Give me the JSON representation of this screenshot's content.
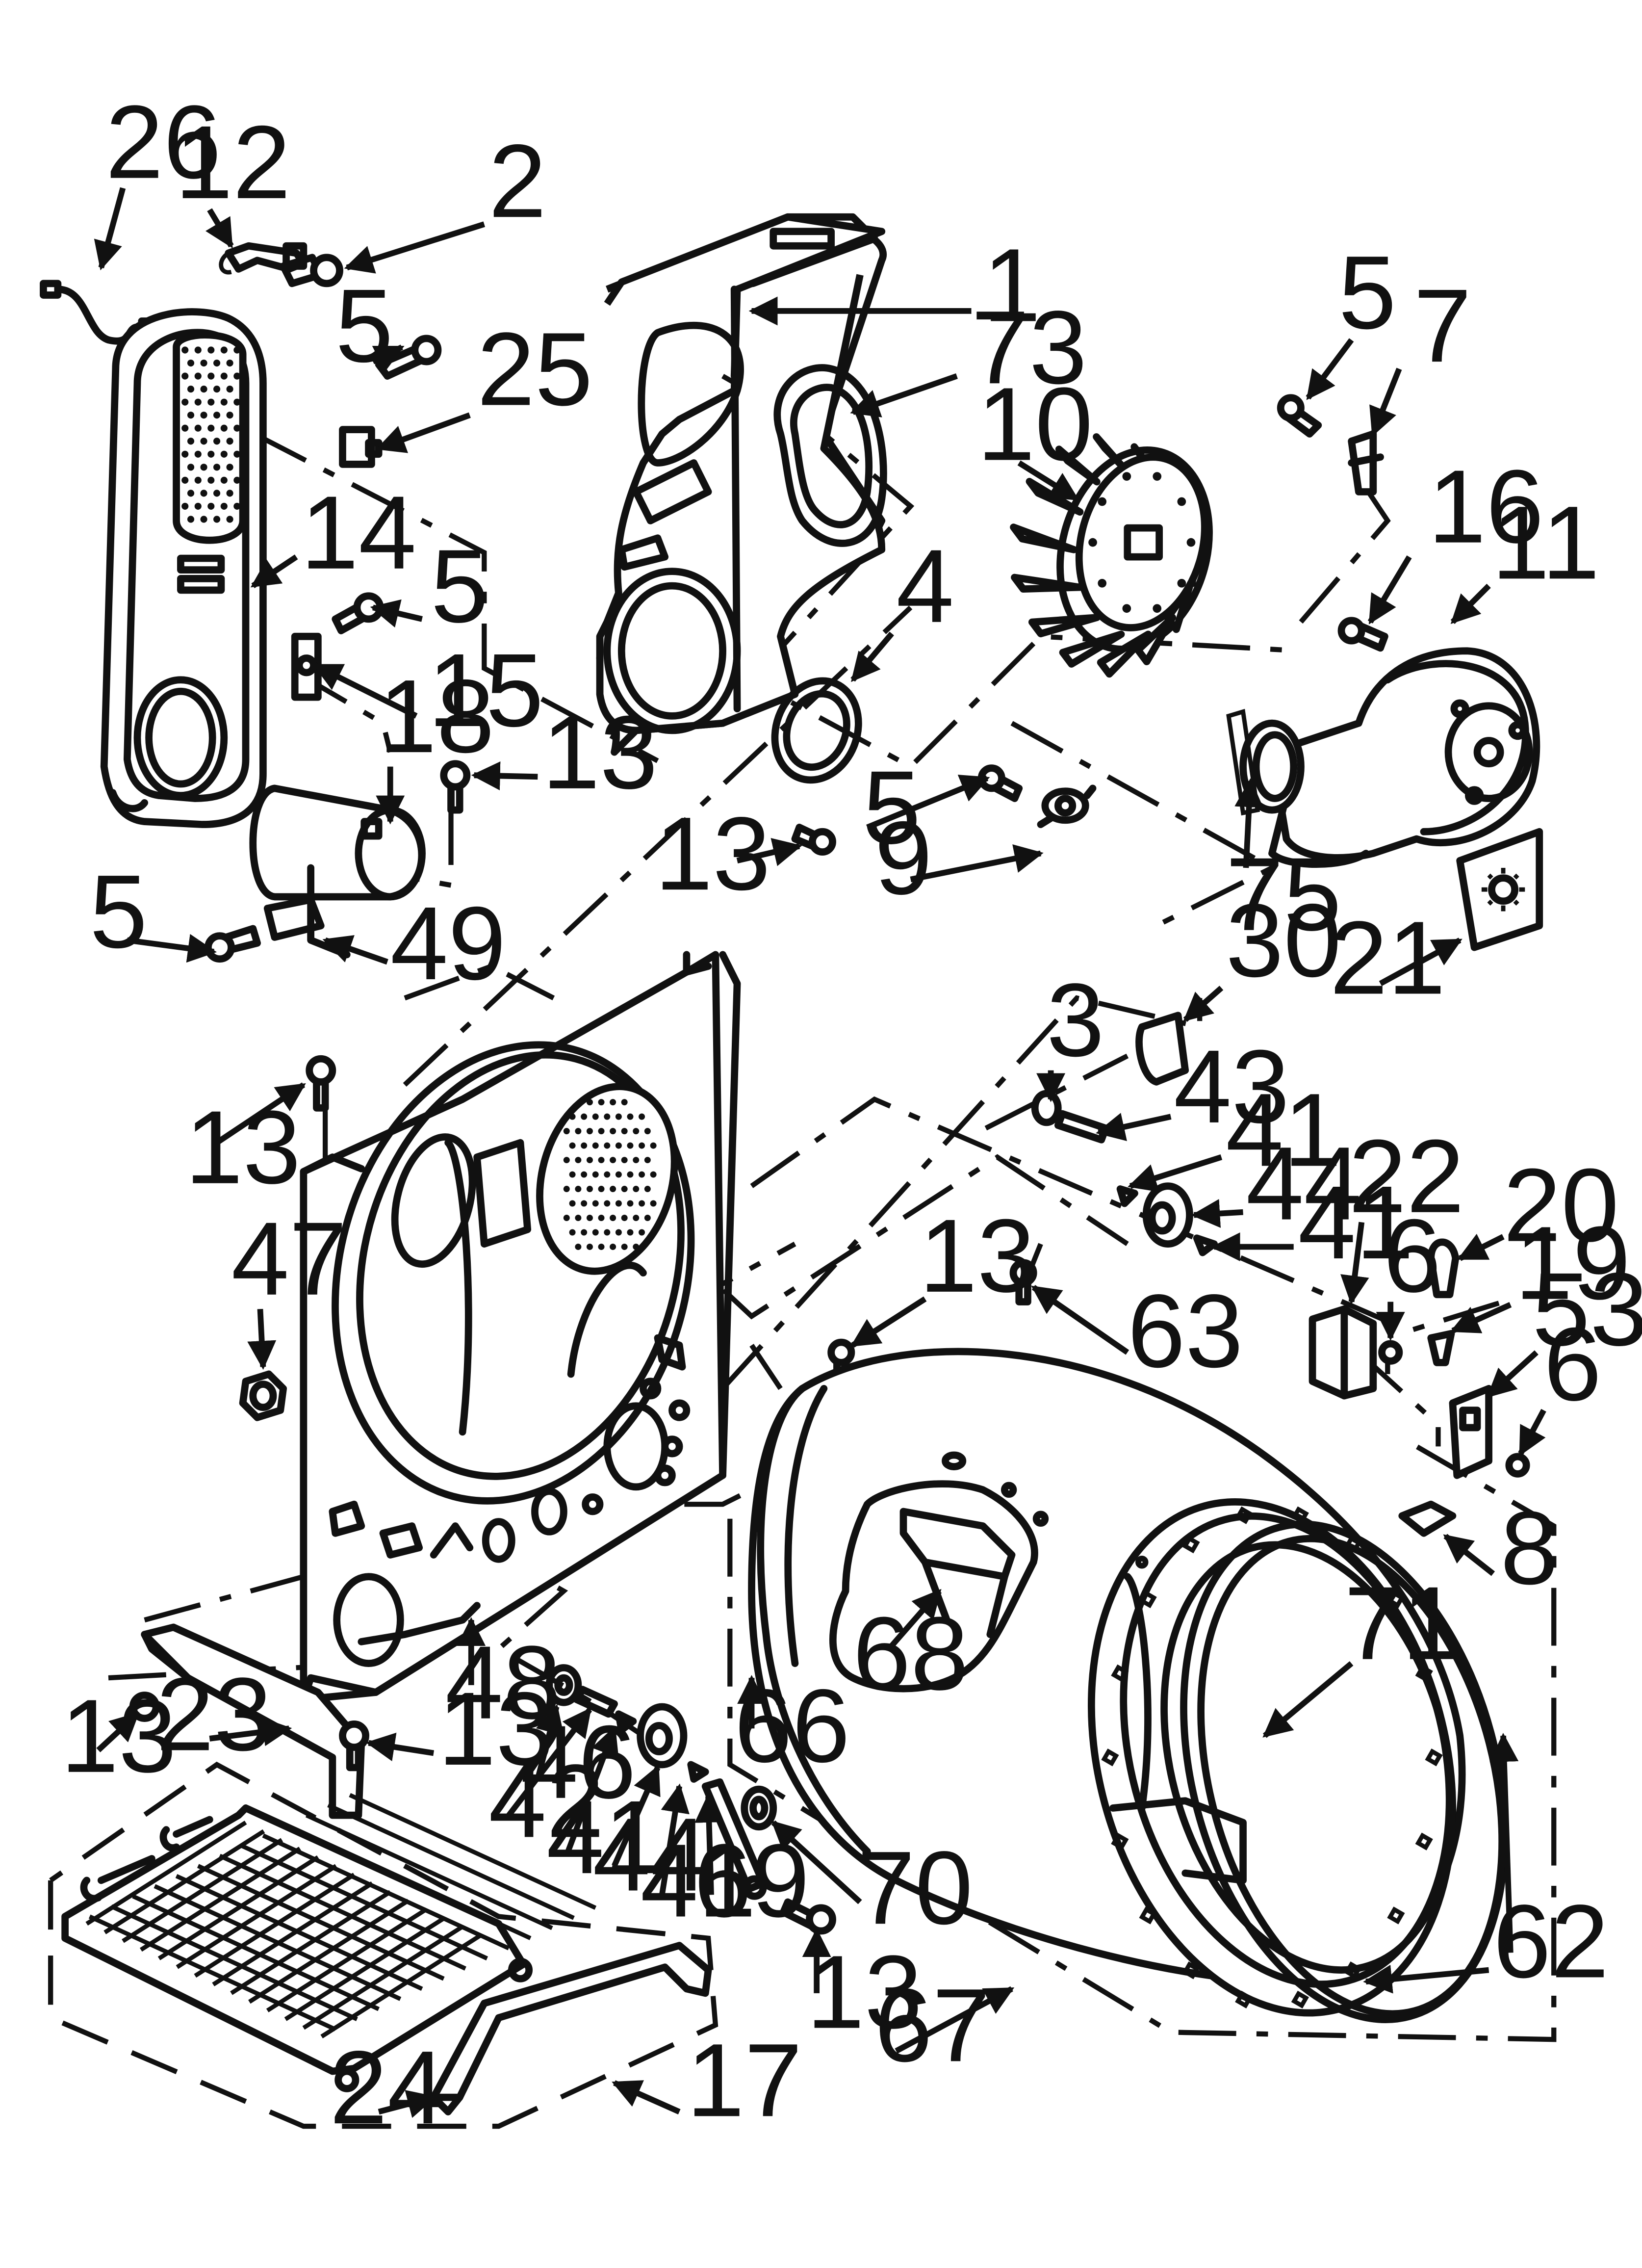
{
  "colors": {
    "ink": "#111111",
    "paper": "#ffffff"
  },
  "callouts": {
    "c26": "26",
    "c12": "12",
    "c2": "2",
    "c1": "1",
    "c73": "73",
    "c5a": "5",
    "c25": "25",
    "c7": "7",
    "c5b": "5",
    "c10": "10",
    "c14": "14",
    "c16": "16",
    "c11": "11",
    "c5c": "5",
    "c4": "4",
    "c15": "15",
    "c18": "18",
    "c13a": "13",
    "c13b": "13",
    "c5d": "5",
    "c9": "9",
    "c75": "75",
    "c5e": "5",
    "c49": "49",
    "c30": "30",
    "c21": "21",
    "c3": "3",
    "c43": "43",
    "c41a": "41",
    "c44a": "44",
    "c22": "22",
    "c20": "20",
    "c41b": "41",
    "c13c": "13",
    "c47": "47",
    "c13d": "13",
    "c6a": "6",
    "c19": "19",
    "c63": "63",
    "c53": "53",
    "c6b": "6",
    "c8": "8",
    "c68": "68",
    "c48": "48",
    "c66": "66",
    "c71": "71",
    "c13e": "13",
    "c23": "23",
    "c13f": "13",
    "c46": "46",
    "c42": "42",
    "c41c": "41",
    "c44b": "44",
    "c41d": "41",
    "c69": "69",
    "c70": "70",
    "c62": "62",
    "c13g": "13",
    "c67": "67",
    "c24": "24",
    "c17": "17"
  }
}
